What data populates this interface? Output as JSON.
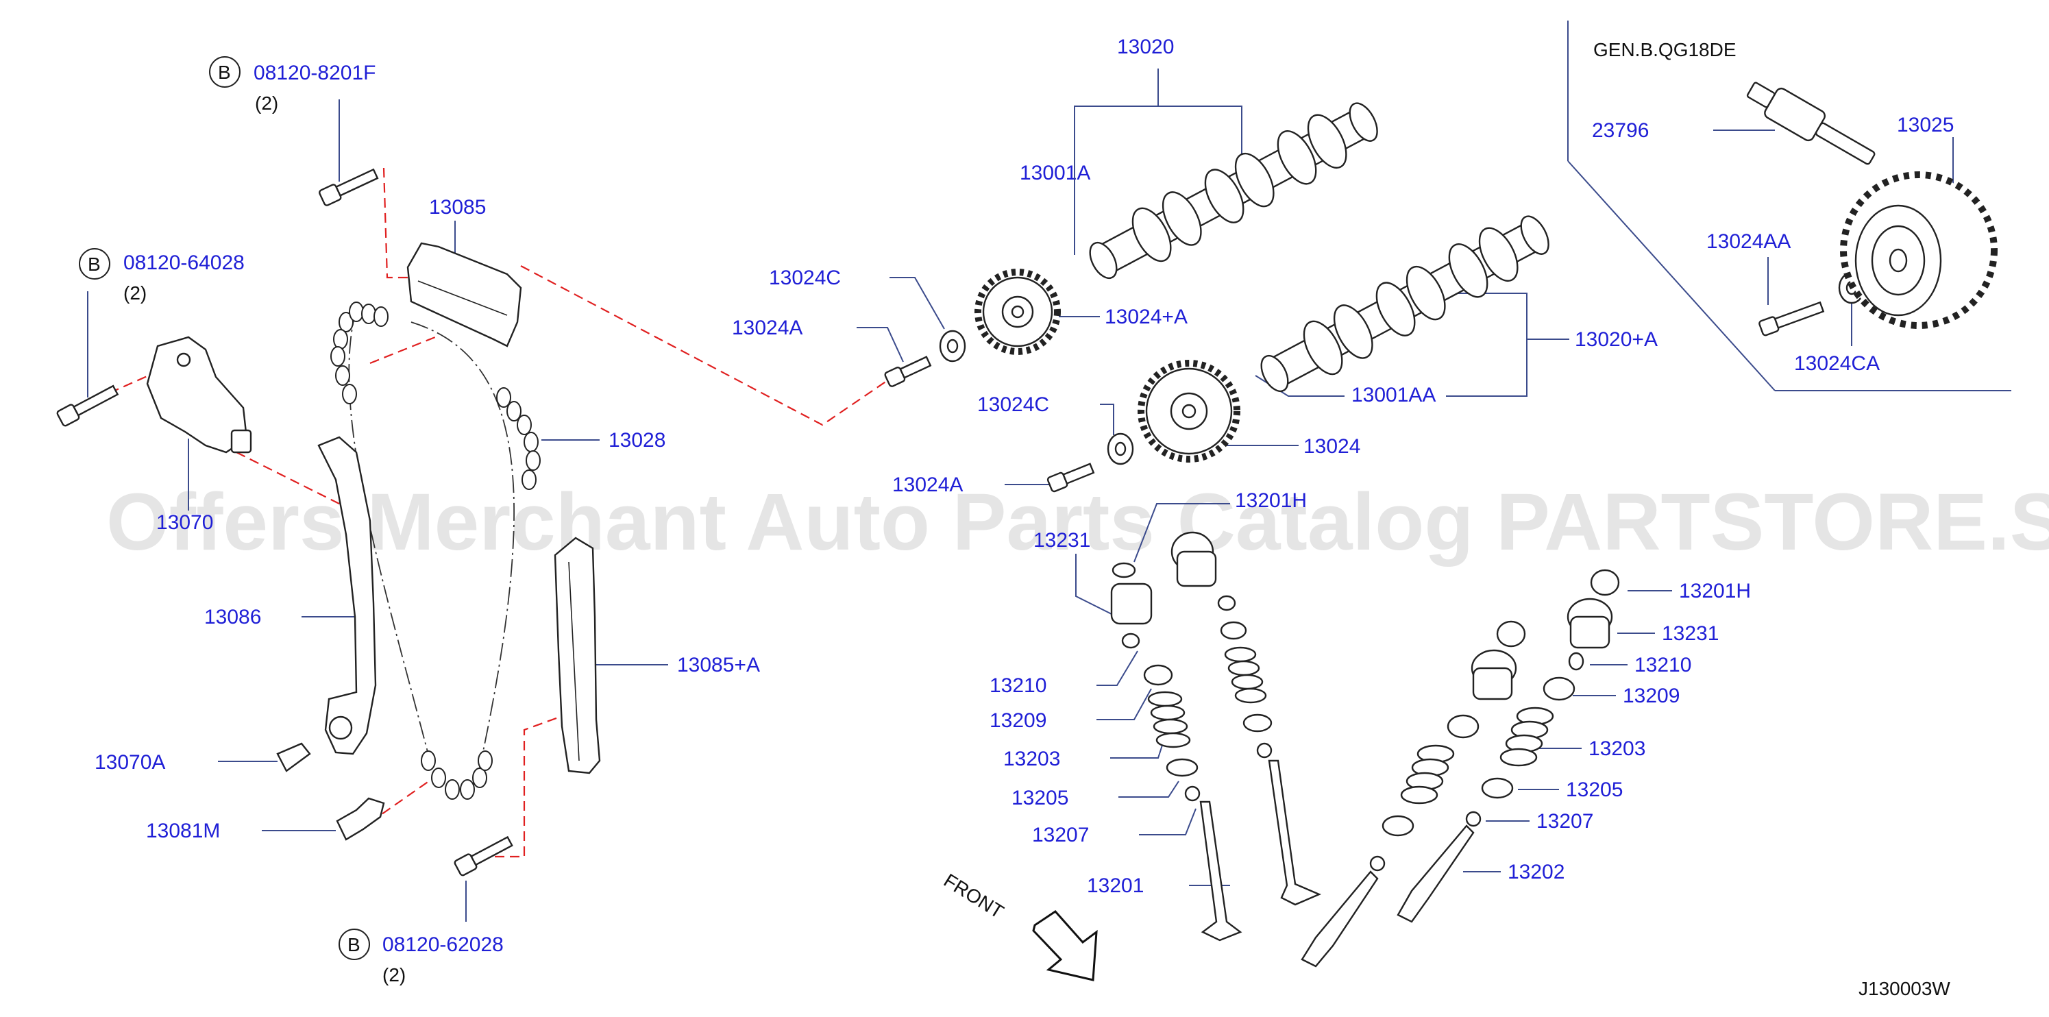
{
  "diagram": {
    "engine_note": "GEN.B.QG18DE",
    "drawing_code": "J130003W",
    "watermark": "Offers Merchant Auto Parts Catalog PARTSTORE.SA",
    "front_label": "FRONT",
    "callouts": [
      {
        "id": "c1",
        "mark": "B",
        "part": "08120-8201F",
        "qty": "(2)"
      },
      {
        "id": "c2",
        "mark": "B",
        "part": "08120-64028",
        "qty": "(2)"
      },
      {
        "id": "c3",
        "mark": "B",
        "part": "08120-62028",
        "qty": "(2)"
      }
    ],
    "labels": [
      "13085",
      "13070",
      "13086",
      "13070A",
      "13081M",
      "13028",
      "13085+A",
      "13020",
      "13001A",
      "13024C",
      "13024A",
      "13024+A",
      "13020+A",
      "13001AA",
      "13024C",
      "13024",
      "13024A",
      "13201H",
      "13231",
      "13210",
      "13209",
      "13203",
      "13205",
      "13207",
      "13201",
      "23796",
      "13025",
      "13024AA",
      "13024CA",
      "13201H",
      "13231",
      "13210",
      "13209",
      "13203",
      "13205",
      "13207",
      "13202"
    ]
  },
  "colors": {
    "label": "#1f1fd6",
    "leader": "#3b4b8c",
    "dashed": "#e02020",
    "watermark": "#cfcfcf"
  }
}
